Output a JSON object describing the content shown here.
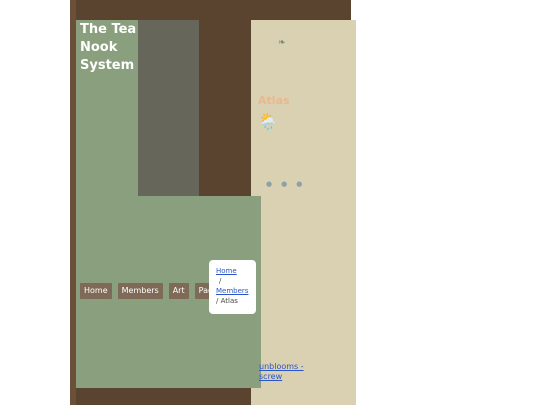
{
  "site": {
    "title": "The Tea Nook System"
  },
  "nav": {
    "items": [
      {
        "label": "Home"
      },
      {
        "label": "Members"
      },
      {
        "label": "Art"
      },
      {
        "label": "Pages"
      }
    ]
  },
  "breadcrumb": {
    "home": "Home",
    "sep1": "/",
    "members": "Members",
    "sep2": "/",
    "current": "Atlas"
  },
  "sidebar": {
    "heading": "Atlas",
    "weather_icon": "🌦️",
    "leaf_icon": "leaf-icon"
  },
  "footer": {
    "link": "unblooms - screw"
  },
  "colors": {
    "page_bg": "#5a4430",
    "panel_green": "#8a9f7e",
    "panel_grey": "#66665a",
    "sidebar_bg": "#dad0b2",
    "nav_button": "#7e6a56",
    "link": "#2a55c8"
  }
}
